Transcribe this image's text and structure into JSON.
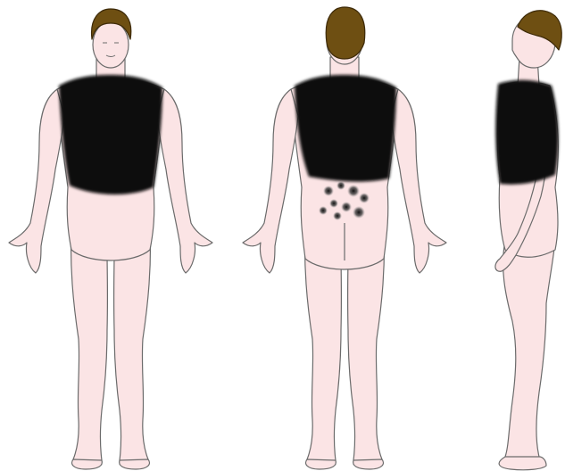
{
  "figure": {
    "views": [
      {
        "name": "front-view",
        "shading": "upper-torso-front"
      },
      {
        "name": "back-view",
        "shading": "upper-back",
        "spots": "lower-back-spots"
      },
      {
        "name": "side-view",
        "shading": "upper-torso-side"
      }
    ],
    "colors": {
      "skin": "#fbe4e5",
      "skin_outline": "#6b6b6b",
      "hair": "#6e4f12",
      "hair_outline": "#3d2a08",
      "shading": "#0a0a0a",
      "spot": "#2a2a2a",
      "background": "#ffffff"
    }
  }
}
